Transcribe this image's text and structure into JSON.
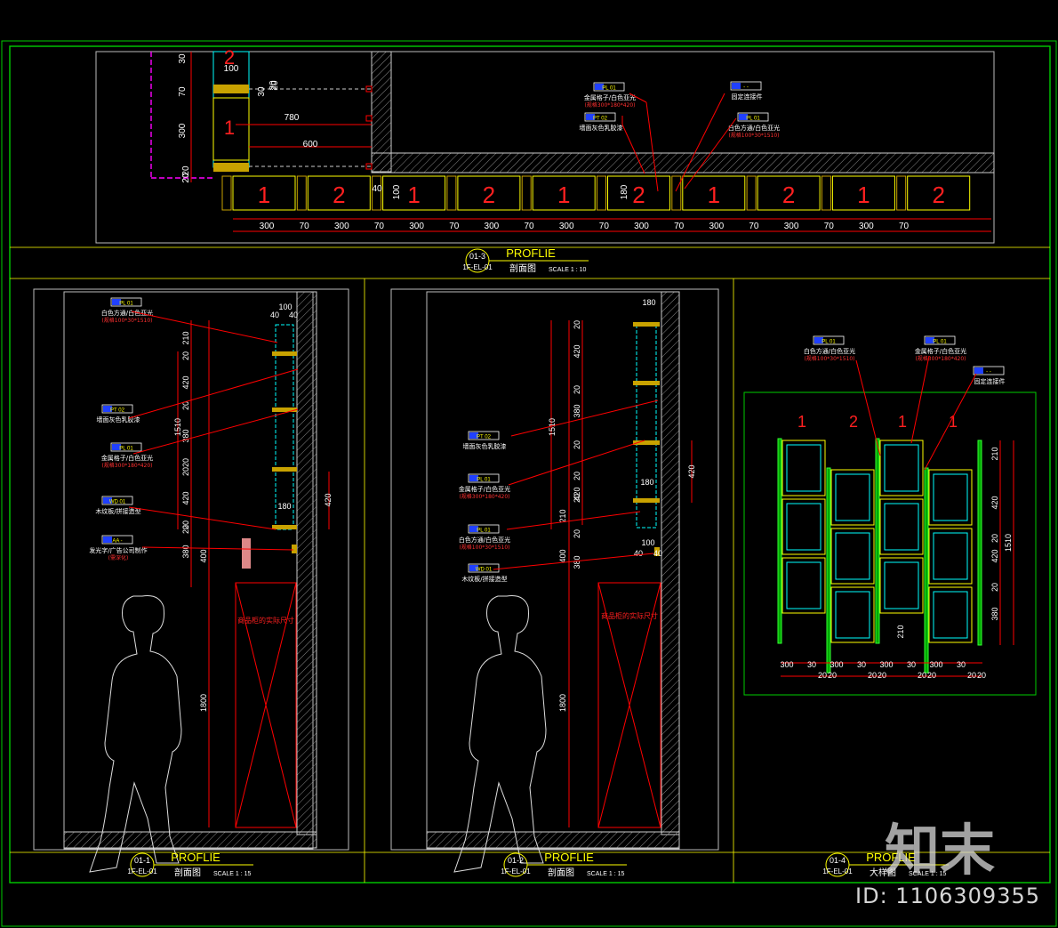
{
  "titles": {
    "top": {
      "code": "01-3",
      "sheet": "1F-EL-01",
      "name": "PROFLIE",
      "type": "剖面图",
      "scale": "SCALE 1 : 10"
    },
    "left": {
      "code": "01-1",
      "sheet": "1F-EL-01",
      "name": "PROFLIE",
      "type": "剖面图",
      "scale": "SCALE 1 : 15"
    },
    "mid": {
      "code": "01-2",
      "sheet": "1F-EL-01",
      "name": "PROFLIE",
      "type": "剖面图",
      "scale": "SCALE 1 : 15"
    },
    "right": {
      "code": "01-4",
      "sheet": "1F-EL-01",
      "name": "PROFLIE",
      "type": "大样图",
      "scale": "SCALE 1 : 15"
    }
  },
  "top_section": {
    "numbers": [
      "1",
      "2",
      "1",
      "2",
      "1",
      "2",
      "1",
      "2",
      "1",
      "2"
    ],
    "dims_bottom": [
      "300",
      "70",
      "300",
      "70",
      "300",
      "70",
      "300",
      "70",
      "300",
      "70",
      "300",
      "70",
      "300",
      "70",
      "300",
      "70",
      "300",
      "70"
    ],
    "dims_left": [
      "30",
      "70",
      "300",
      "20",
      "20"
    ],
    "dims_inner": [
      "100",
      "30",
      "20",
      "20",
      "780",
      "600",
      "40",
      "100",
      "180"
    ],
    "labels": [
      {
        "tag": "PL 01",
        "text": "金属格子/白色亚光",
        "sub": "(规格300*180*420)"
      },
      {
        "tag": "PT 02",
        "text": "墙面灰色乳胶漆",
        "sub": ""
      },
      {
        "tag": "- -",
        "text": "固定连接件",
        "sub": ""
      },
      {
        "tag": "PL 01",
        "text": "白色方通/白色亚光",
        "sub": "(规格100*30*1510)"
      }
    ]
  },
  "left_section": {
    "labels": [
      {
        "tag": "PL 01",
        "text": "白色方通/白色亚光",
        "sub": "(规格100*30*1510)"
      },
      {
        "tag": "PT 02",
        "text": "墙面灰色乳胶漆",
        "sub": ""
      },
      {
        "tag": "PL 01",
        "text": "金属格子/白色亚光",
        "sub": "(规格300*180*420)"
      },
      {
        "tag": "WD 01",
        "text": "木纹板/拼接造型",
        "sub": ""
      },
      {
        "tag": "AA -",
        "text": "发光字/广告公司制作",
        "sub": "(需深化)"
      }
    ],
    "dims_v": [
      "210",
      "20",
      "420",
      "20",
      "380",
      "20",
      "20",
      "420",
      "20",
      "380",
      "20",
      "400",
      "1800"
    ],
    "dim_total": "1510",
    "dim_right": "420",
    "dims_top": [
      "100",
      "40",
      "40"
    ],
    "dim_180": "180",
    "cabinet": "商品柜的实际尺寸"
  },
  "mid_section": {
    "labels": [
      {
        "tag": "PT 02",
        "text": "墙面灰色乳胶漆",
        "sub": ""
      },
      {
        "tag": "PL 01",
        "text": "金属格子/白色亚光",
        "sub": "(规格300*180*420)"
      },
      {
        "tag": "PL 01",
        "text": "白色方通/白色亚光",
        "sub": "(规格100*30*1510)"
      },
      {
        "tag": "WD 01",
        "text": "木纹板/拼接造型",
        "sub": ""
      }
    ],
    "dims_v": [
      "20",
      "420",
      "20",
      "380",
      "20",
      "20",
      "420",
      "20",
      "380",
      "20",
      "210",
      "400",
      "1800"
    ],
    "dim_total": "1510",
    "dim_right": "420",
    "dims_top": [
      "180",
      "180",
      "100",
      "40",
      "40"
    ],
    "cabinet": "商品柜的实际尺寸"
  },
  "right_section": {
    "labels": [
      {
        "tag": "PL 01",
        "text": "白色方通/白色亚光",
        "sub": "(规格100*30*1510)"
      },
      {
        "tag": "PL 01",
        "text": "金属格子/白色亚光",
        "sub": "(规格300*180*420)"
      },
      {
        "tag": "- -",
        "text": "固定连接件",
        "sub": ""
      }
    ],
    "numbers": [
      "1",
      "2",
      "1",
      "1"
    ],
    "dims_bottom": [
      "300",
      "30",
      "300",
      "30",
      "300",
      "30",
      "300",
      "30"
    ],
    "dims_bottom2": [
      "20",
      "20",
      "20",
      "20",
      "20",
      "20",
      "20",
      "20"
    ],
    "dims_right": [
      "210",
      "420",
      "20",
      "420",
      "1510",
      "20",
      "380"
    ],
    "dim_210": "210"
  },
  "watermark": {
    "logo": "知末",
    "id": "ID: 1106309355"
  },
  "colors": {
    "bg": "#000000",
    "frame": "#00cc00",
    "title": "#ffff00",
    "dim": "#ff0000",
    "tag": "#ffff00",
    "note": "#ffffff",
    "cyan": "#00ffff"
  }
}
